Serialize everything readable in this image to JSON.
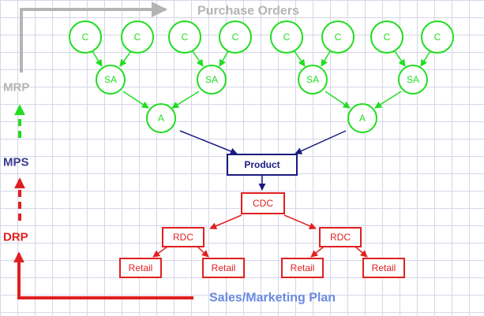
{
  "labels": {
    "purchase_orders": "Purchase Orders",
    "sales_plan": "Sales/Marketing  Plan",
    "mrp": "MRP",
    "mps": "MPS",
    "drp": "DRP"
  },
  "nodes": {
    "component": "C",
    "subassembly": "SA",
    "assembly": "A",
    "product": "Product",
    "cdc": "CDC",
    "rdc": "RDC",
    "retail": "Retail"
  },
  "colors": {
    "mrp": "#b4b4b4",
    "mps": "#3a3a8c",
    "drp": "#e02020",
    "purchase_orders": "#b4b4b4",
    "sales_plan": "#6a8ae0",
    "supply": "#22dd22",
    "product": "#1a1a80",
    "distribution": "#e02020"
  }
}
